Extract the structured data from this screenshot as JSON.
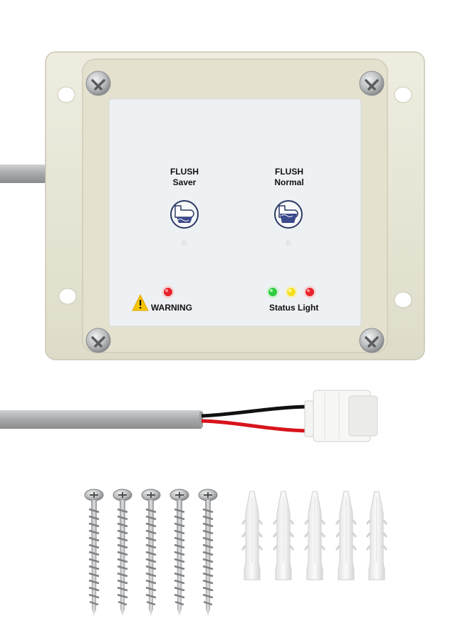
{
  "panel": {
    "saver": {
      "line1": "FLUSH",
      "line2": "Saver",
      "icon": "toilet-saver-icon"
    },
    "normal": {
      "line1": "FLUSH",
      "line2": "Normal",
      "icon": "toilet-normal-icon"
    },
    "warning": {
      "label": "WARNING",
      "icon": "warning-triangle-icon",
      "led_color": "#e8232a"
    },
    "status": {
      "label": "Status Light",
      "led_colors": [
        "#2ecc40",
        "#f5e020",
        "#e8232a"
      ]
    }
  },
  "accessories": {
    "screws": 5,
    "anchors": 5
  },
  "colors": {
    "housing": "#e9e7d6",
    "panel": "#eef1f3",
    "cable": "#a7a9ab",
    "wire_red": "#d8141c",
    "wire_black": "#111111"
  }
}
